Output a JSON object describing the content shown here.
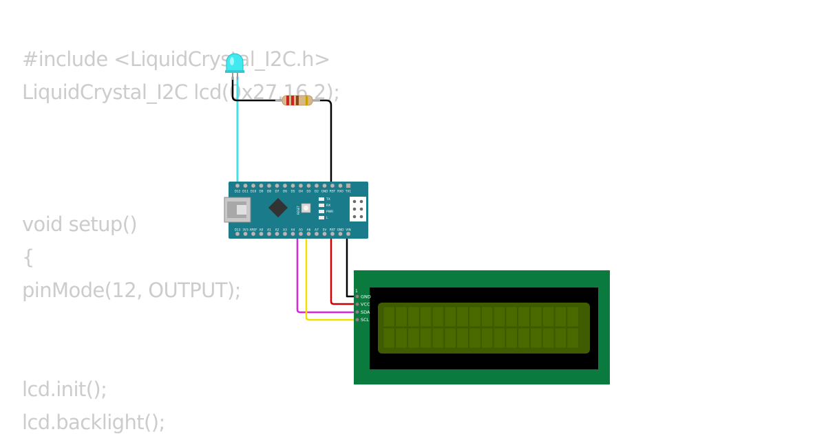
{
  "code_lines": [
    "#include <LiquidCrystal_I2C.h>",
    "LiquidCrystal_I2C lcd(0x27,16,2);",
    "",
    "",
    "",
    "void setup()",
    "{",
    "pinMode(12, OUTPUT);",
    "",
    "",
    "lcd.init();",
    "lcd.backlight();"
  ],
  "nano": {
    "top_pins": [
      "D12",
      "D11",
      "D10",
      "D9",
      "D8",
      "D7",
      "D6",
      "D5",
      "D4",
      "D3",
      "D2",
      "GND",
      "RST",
      "RX0",
      "TX1"
    ],
    "bottom_pins": [
      "D13",
      "3V3",
      "AREF",
      "A0",
      "A1",
      "A2",
      "A3",
      "A4",
      "A5",
      "A6",
      "A7",
      "5V",
      "RST",
      "GND",
      "VIN"
    ],
    "led_labels": [
      "TX",
      "RX",
      "PWR",
      "L"
    ],
    "reset_label": "RESET"
  },
  "lcd": {
    "pins": [
      "GND",
      "VCC",
      "SDA",
      "SCL"
    ],
    "marker": "1",
    "cols": 16,
    "rows": 2
  },
  "colors": {
    "code_text": "#cccccc",
    "board": "#1a7c8a",
    "lcd_pcb": "#0b7a3e",
    "lcd_screen": "#3f5c00",
    "wire_led": "#40e0e8",
    "wire_gnd": "#000000",
    "wire_vcc": "#cc0000",
    "wire_sda": "#dd22dd",
    "wire_scl": "#f0e000",
    "led": "#40e8f0"
  }
}
